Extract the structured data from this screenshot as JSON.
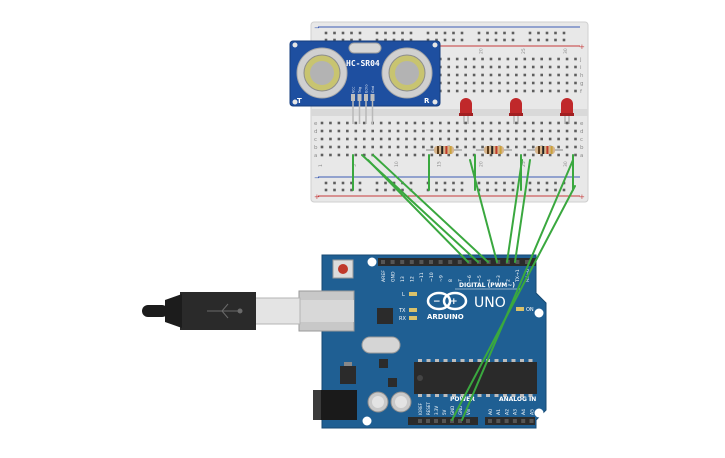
{
  "canvas": {
    "background": "#ffffff"
  },
  "sensor": {
    "model": "HC-SR04",
    "left_mark": "T",
    "right_mark": "R",
    "pins": [
      "Vcc",
      "Trig",
      "Echo",
      "Gnd"
    ],
    "board_color": "#1e4fa0"
  },
  "breadboard": {
    "row_letters_top": [
      "j",
      "i",
      "h",
      "g",
      "f"
    ],
    "row_letters_bottom": [
      "e",
      "d",
      "c",
      "b",
      "a"
    ],
    "column_numbers": [
      "1",
      "5",
      "10",
      "15",
      "20",
      "25",
      "30"
    ],
    "rail_plus": "+",
    "rail_minus": "−",
    "color": "#e7e7e7"
  },
  "leds": {
    "count": 3,
    "color": "#c0282a"
  },
  "resistors": {
    "count": 3,
    "body_color": "#d7b58c"
  },
  "arduino": {
    "logo_text": "ARDUINO",
    "model": "UNO",
    "digital_label": "DIGITAL (PWM~)",
    "power_label": "POWER",
    "analog_label": "ANALOG IN",
    "on_label": "ON",
    "led_l": "L",
    "led_tx": "TX",
    "led_rx": "RX",
    "digital_pins": [
      "AREF",
      "GND",
      "13",
      "12",
      "~11",
      "~10",
      "~9",
      "8",
      "7",
      "~6",
      "~5",
      "4",
      "~3",
      "2",
      "TX→1",
      "RX←0"
    ],
    "power_pins": [
      "IOREF",
      "RESET",
      "3.3V",
      "5V",
      "GND",
      "GND",
      "Vin"
    ],
    "analog_pins": [
      "A0",
      "A1",
      "A2",
      "A3",
      "A4",
      "A5"
    ],
    "board_color": "#1f5f93"
  },
  "usb_cable": {
    "color": "#2a2a2a"
  },
  "wire_color": "#3aa83f"
}
